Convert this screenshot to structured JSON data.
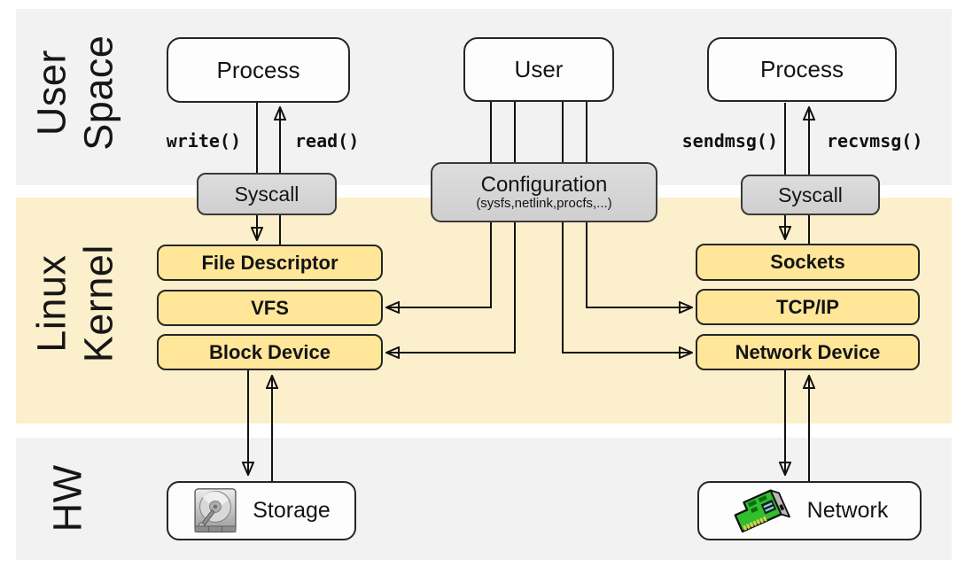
{
  "bands": {
    "user_space": {
      "label": "User\nSpace"
    },
    "linux_kernel": {
      "label": "Linux\nKernel"
    },
    "hw": {
      "label": "HW"
    }
  },
  "nodes": {
    "process_left": {
      "label": "Process"
    },
    "user": {
      "label": "User"
    },
    "process_right": {
      "label": "Process"
    },
    "syscall_left": {
      "label": "Syscall"
    },
    "configuration": {
      "title": "Configuration",
      "subtitle": "(sysfs,netlink,procfs,...)"
    },
    "syscall_right": {
      "label": "Syscall"
    },
    "file_descriptor": {
      "label": "File Descriptor"
    },
    "vfs": {
      "label": "VFS"
    },
    "block_device": {
      "label": "Block Device"
    },
    "sockets": {
      "label": "Sockets"
    },
    "tcp_ip": {
      "label": "TCP/IP"
    },
    "network_device": {
      "label": "Network Device"
    },
    "storage": {
      "label": "Storage",
      "icon": "hard-disk-icon"
    },
    "network": {
      "label": "Network",
      "icon": "network-card-icon"
    }
  },
  "edge_labels": {
    "write": "write()",
    "read": "read()",
    "sendmsg": "sendmsg()",
    "recvmsg": "recvmsg()"
  },
  "colors": {
    "band_gray": "#f2f2f2",
    "band_cream": "#fcefcb",
    "box_yellow": "#ffe699",
    "box_gray_light": "#dddddd",
    "box_gray_dark": "#cfcfcf",
    "box_white": "#fdfdfd",
    "line": "#111111"
  }
}
